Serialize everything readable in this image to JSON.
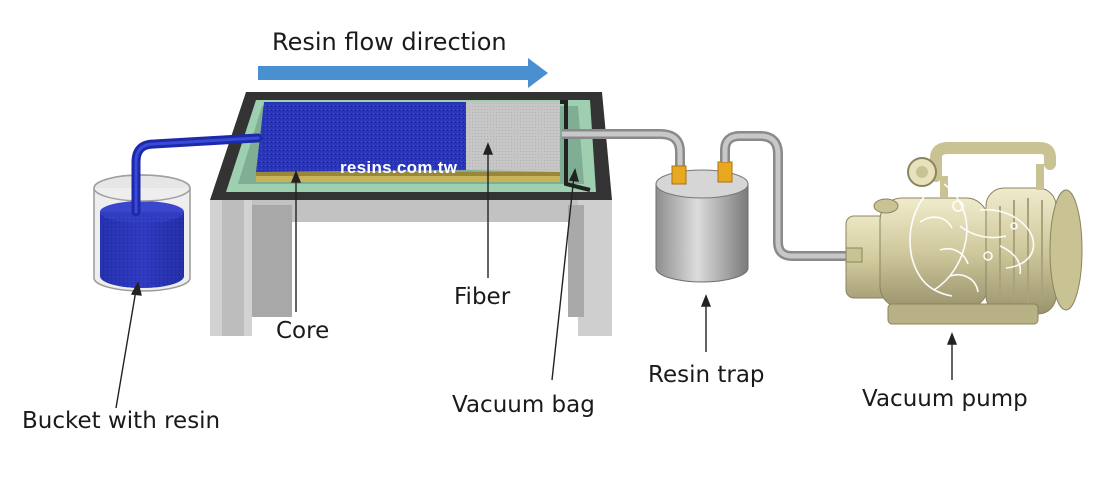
{
  "diagram": {
    "flow_label": "Resin flow direction",
    "watermark": "resins.com.tw",
    "labels": {
      "bucket": "Bucket with resin",
      "core": "Core",
      "fiber": "Fiber",
      "vacuum_bag": "Vacuum bag",
      "resin_trap": "Resin trap",
      "vacuum_pump": "Vacuum pump"
    },
    "colors": {
      "arrow": "#4a90d0",
      "resin": "#2a35b8",
      "table": "#c8c8c8",
      "table_frame": "#333333",
      "mat": "#9ecfb0",
      "core": "#c8b35a",
      "fiber": "#c4c4c4",
      "trap": "#b0b0b0",
      "pump": "#d8d2a8",
      "fitting": "#e8a820",
      "tube": "#b5b5b5"
    }
  }
}
